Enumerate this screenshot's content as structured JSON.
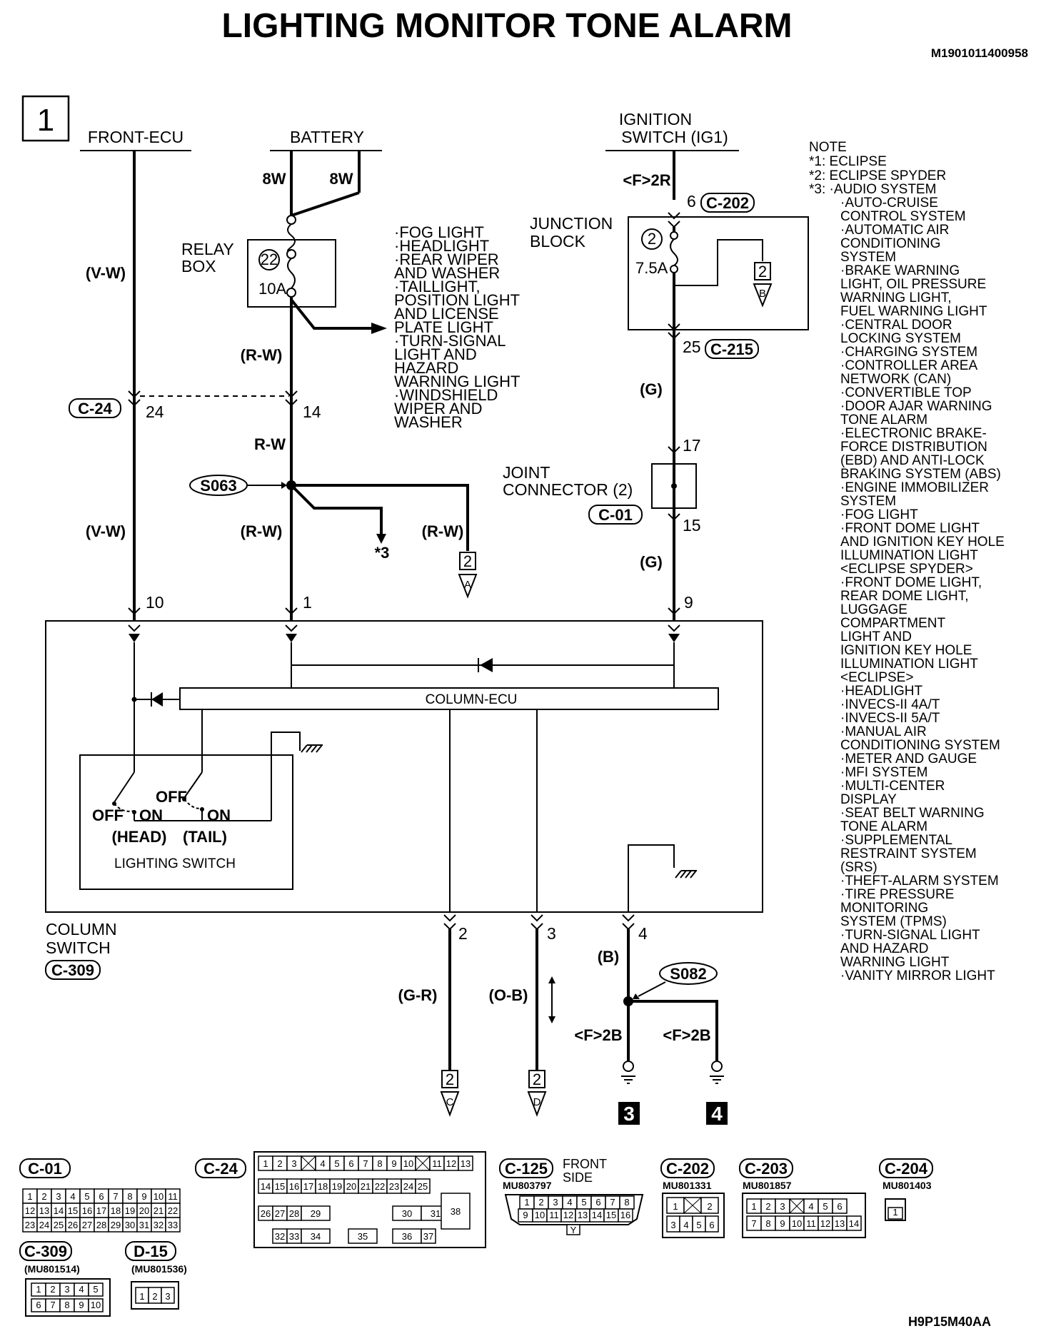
{
  "title": "LIGHTING MONITOR TONE ALARM",
  "doc_code": "M1901011400958",
  "footer_code": "H9P15M40AA",
  "page_number": "1",
  "sources": {
    "front_ecu": "FRONT-ECU",
    "battery": "BATTERY",
    "ignition_line1": "IGNITION",
    "ignition_line2": "SWITCH (IG1)"
  },
  "wires": {
    "vw": "(V-W)",
    "rw": "(R-W)",
    "rw_plain": "R-W",
    "g": "(G)",
    "b": "(B)",
    "gr": "(G-R)",
    "ob": "(O-B)",
    "w8_a": "8W",
    "w8_b": "8W",
    "f2r": "<F>2R",
    "f2b_a": "<F>2B",
    "f2b_b": "<F>2B"
  },
  "relay_box": {
    "line1": "RELAY",
    "line2": "BOX",
    "fuse_no": "22",
    "fuse_rating": "10A"
  },
  "relay_loads": [
    "·FOG LIGHT",
    "·HEADLIGHT",
    "·REAR WIPER",
    " AND WASHER",
    "·TAILLIGHT,",
    " POSITION LIGHT",
    " AND LICENSE",
    " PLATE LIGHT",
    "·TURN-SIGNAL",
    " LIGHT AND",
    " HAZARD",
    " WARNING LIGHT",
    "·WINDSHIELD",
    " WIPER AND",
    " WASHER"
  ],
  "junction_block": {
    "line1": "JUNCTION",
    "line2": "BLOCK",
    "fuse_no": "2",
    "fuse_rating": "7.5A",
    "ref_page": "2",
    "ref_letter": "B"
  },
  "joint_connector": {
    "line1": "JOINT",
    "line2": "CONNECTOR (2)",
    "connector": "C-01"
  },
  "connectors": {
    "c202": "C-202",
    "c215": "C-215",
    "c24": "C-24",
    "c309": "C-309",
    "s063": "S063",
    "s082": "S082"
  },
  "pins": {
    "p6": "6",
    "p25": "25",
    "p17": "17",
    "p15": "15",
    "p9": "9",
    "p24": "24",
    "p14": "14",
    "p10": "10",
    "p1": "1",
    "p2": "2",
    "p3": "3",
    "p4": "4"
  },
  "refs": {
    "a_page": "2",
    "a_letter": "A",
    "c_page": "2",
    "c_letter": "C",
    "d_page": "2",
    "d_letter": "D",
    "star3": "*3",
    "ground3": "3",
    "ground4": "4"
  },
  "column_switch": {
    "line1": "COLUMN",
    "line2": "SWITCH",
    "connector": "C-309",
    "ecu": "COLUMN-ECU",
    "lighting_switch": "LIGHTING SWITCH",
    "off_head": "OFF",
    "on_head": "ON",
    "off_tail": "OFF",
    "on_tail": "ON",
    "head": "(HEAD)",
    "tail": "(TAIL)"
  },
  "note": {
    "heading": "NOTE",
    "lines": [
      "*1: ECLIPSE",
      "*2: ECLIPSE SPYDER",
      "*3: ·AUDIO SYSTEM",
      "·AUTO-CRUISE",
      " CONTROL SYSTEM",
      "·AUTOMATIC AIR",
      " CONDITIONING",
      " SYSTEM",
      "·BRAKE WARNING",
      " LIGHT, OIL PRESSURE",
      " WARNING LIGHT,",
      " FUEL WARNING LIGHT",
      "·CENTRAL DOOR",
      " LOCKING SYSTEM",
      "·CHARGING SYSTEM",
      "·CONTROLLER AREA",
      " NETWORK (CAN)",
      "·CONVERTIBLE TOP",
      "·DOOR AJAR WARNING",
      " TONE ALARM",
      "·ELECTRONIC BRAKE-",
      " FORCE DISTRIBUTION",
      " (EBD) AND ANTI-LOCK",
      " BRAKING SYSTEM (ABS)",
      "·ENGINE IMMOBILIZER",
      " SYSTEM",
      "·FOG LIGHT",
      "·FRONT DOME LIGHT",
      " AND IGNITION KEY HOLE",
      " ILLUMINATION LIGHT",
      " <ECLIPSE SPYDER>",
      "·FRONT DOME LIGHT,",
      " REAR DOME LIGHT,",
      " LUGGAGE",
      " COMPARTMENT",
      " LIGHT AND",
      " IGNITION KEY HOLE",
      " ILLUMINATION LIGHT",
      " <ECLIPSE>",
      "·HEADLIGHT",
      "·INVECS-II 4A/T",
      "·INVECS-II 5A/T",
      "·MANUAL AIR",
      " CONDITIONING SYSTEM",
      "·METER AND GAUGE",
      "·MFI SYSTEM",
      "·MULTI-CENTER",
      " DISPLAY",
      "·SEAT BELT WARNING",
      " TONE ALARM",
      "·SUPPLEMENTAL",
      " RESTRAINT SYSTEM",
      " (SRS)",
      "·THEFT-ALARM SYSTEM",
      "·TIRE PRESSURE",
      " MONITORING",
      " SYSTEM (TPMS)",
      "·TURN-SIGNAL LIGHT",
      " AND HAZARD",
      " WARNING LIGHT",
      "·VANITY MIRROR LIGHT"
    ]
  },
  "connector_faces": [
    {
      "id": "C-01",
      "part": "",
      "extra": ""
    },
    {
      "id": "C-24",
      "part": "",
      "extra": ""
    },
    {
      "id": "C-125",
      "part": "MU803797",
      "extra": "FRONT SIDE"
    },
    {
      "id": "C-202",
      "part": "MU801331",
      "extra": ""
    },
    {
      "id": "C-203",
      "part": "MU801857",
      "extra": ""
    },
    {
      "id": "C-204",
      "part": "MU801403",
      "extra": ""
    },
    {
      "id": "C-309",
      "part": "(MU801514)",
      "extra": ""
    },
    {
      "id": "D-15",
      "part": "(MU801536)",
      "extra": ""
    }
  ],
  "c125_side": {
    "line1": "FRONT",
    "line2": "SIDE",
    "y_pin": "Y"
  },
  "pinouts": {
    "c01_r1": [
      "1",
      "2",
      "3",
      "4",
      "5",
      "6",
      "7",
      "8",
      "9",
      "10",
      "11"
    ],
    "c01_r2": [
      "12",
      "13",
      "14",
      "15",
      "16",
      "17",
      "18",
      "19",
      "20",
      "21",
      "22"
    ],
    "c01_r3": [
      "23",
      "24",
      "25",
      "26",
      "27",
      "28",
      "29",
      "30",
      "31",
      "32",
      "33"
    ],
    "c24_r1": [
      "1",
      "2",
      "3",
      "",
      "4",
      "5",
      "6",
      "7",
      "8",
      "9",
      "10",
      "",
      "11",
      "12",
      "13"
    ],
    "c24_r2": [
      "14",
      "15",
      "16",
      "17",
      "18",
      "19",
      "20",
      "21",
      "22",
      "23",
      "24",
      "25"
    ],
    "c24_r3": [
      "26",
      "27",
      "28",
      "29",
      "30",
      "31"
    ],
    "c24_r4": [
      "32",
      "33",
      "34",
      "35",
      "36",
      "37"
    ],
    "c24_big": "38",
    "c125_r1": [
      "1",
      "2",
      "3",
      "4",
      "5",
      "6",
      "7",
      "8"
    ],
    "c125_r2": [
      "9",
      "10",
      "11",
      "12",
      "13",
      "14",
      "15",
      "16"
    ],
    "c202_r1": [
      "1",
      "",
      "2"
    ],
    "c202_r2": [
      "3",
      "4",
      "5",
      "6"
    ],
    "c203_r1": [
      "1",
      "2",
      "3",
      "",
      "4",
      "5",
      "6"
    ],
    "c203_r2": [
      "7",
      "8",
      "9",
      "10",
      "11",
      "12",
      "13",
      "14"
    ],
    "c204": [
      "1"
    ],
    "c309_r1": [
      "1",
      "2",
      "3",
      "4",
      "5"
    ],
    "c309_r2": [
      "6",
      "7",
      "8",
      "9",
      "10"
    ],
    "d15": [
      "1",
      "2",
      "3"
    ]
  }
}
